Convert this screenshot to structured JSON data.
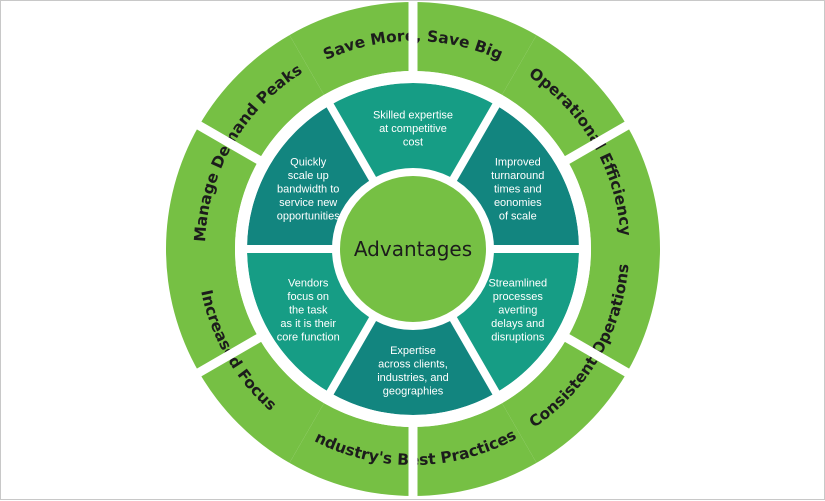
{
  "center": {
    "label": "Advantages"
  },
  "colors": {
    "green": "#76c044",
    "teal_light": "#169d85",
    "teal_dark": "#12857f",
    "separator": "#ffffff",
    "text_dark": "#1c1c1c",
    "text_light": "#ffffff"
  },
  "outer_ring": [
    {
      "label": "Save More, Save Big"
    },
    {
      "label": "Operational Efficiency"
    },
    {
      "label": "Consistent Operations"
    },
    {
      "label": "Industry's Best Practices"
    },
    {
      "label": "Increased Focus"
    },
    {
      "label": "Manage Demand Peaks"
    }
  ],
  "inner_segments": [
    {
      "lines": [
        "Skilled expertise",
        "at competitive",
        "cost"
      ]
    },
    {
      "lines": [
        "Improved",
        "turnaround",
        "times and",
        "eonomies",
        "of scale"
      ]
    },
    {
      "lines": [
        "Streamlined",
        "processes",
        "averting",
        "delays and",
        "disruptions"
      ]
    },
    {
      "lines": [
        "Expertise",
        "across clients,",
        "industries, and",
        "geographies"
      ]
    },
    {
      "lines": [
        "Vendors",
        "focus on",
        "the task",
        "as it is their",
        "core function"
      ]
    },
    {
      "lines": [
        "Quickly",
        "scale up",
        "bandwidth to",
        "service new",
        "opportunities"
      ]
    }
  ]
}
